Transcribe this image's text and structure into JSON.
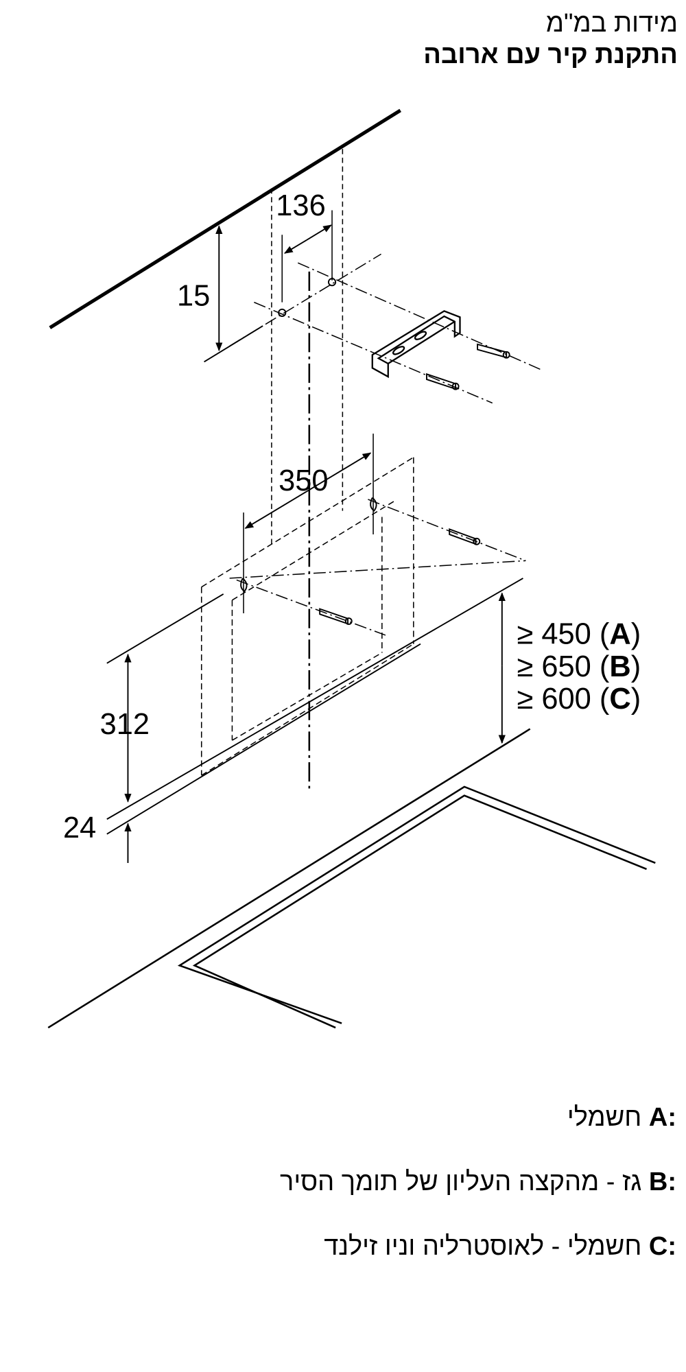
{
  "header": {
    "subtitle": "מידות במ\"מ",
    "title": "התקנת קיר עם ארובה"
  },
  "diagram": {
    "dim_wall_offset": "15",
    "dim_bracket_spacing": "136",
    "dim_hood_spacing": "350",
    "dim_hood_height": "312",
    "dim_bottom": "24",
    "clearance": [
      {
        "value": "≥ 450 (",
        "key": "A",
        "close": ")"
      },
      {
        "value": "≥ 650 (",
        "key": "B",
        "close": ")"
      },
      {
        "value": "≥ 600 (",
        "key": "C",
        "close": ")"
      }
    ]
  },
  "legend": [
    {
      "key": "A:",
      "text": "חשמלי"
    },
    {
      "key": "B:",
      "text": "גז - מהקצה העליון של תומך הסיר"
    },
    {
      "key": "C:",
      "text": "חשמלי - לאוסטרליה וניו זילנד"
    }
  ]
}
